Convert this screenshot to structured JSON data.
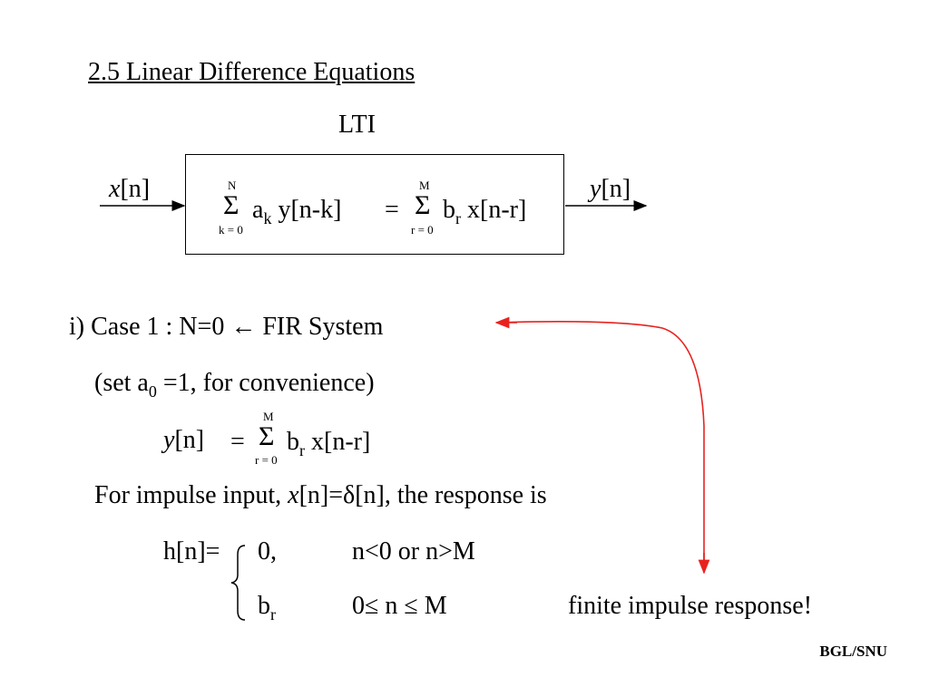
{
  "slide": {
    "title": "2.5 Linear Difference Equations",
    "footer": "BGL/SNU"
  },
  "system_diagram": {
    "box_label": "LTI",
    "input_var": "x",
    "input_idx": "[n]",
    "output_var": "y",
    "output_idx": "[n]",
    "sum1": {
      "upper": "N",
      "symbol": "Σ",
      "lower": "k = 0"
    },
    "coef_a": "a",
    "coef_a_sub": "k",
    "lhs_term": "y[n-k]",
    "equals": "=",
    "sum2": {
      "upper": "M",
      "symbol": "Σ",
      "lower": "r = 0"
    },
    "coef_b": "b",
    "coef_b_sub": "r",
    "rhs_term": "x[n-r]"
  },
  "case1": {
    "heading": "i) Case 1 : N=0 ← FIR System",
    "note_pre": "(set a",
    "note_sub": "0",
    "note_post": " =1, for convenience)",
    "eq": {
      "lhs_var": "y",
      "lhs_idx": "[n]",
      "equals": "=",
      "sum": {
        "upper": "M",
        "symbol": "Σ",
        "lower": "r = 0"
      },
      "coef": "b",
      "coef_sub": "r",
      "term": "x[n-r]"
    },
    "impulse_pre": "For impulse input, ",
    "impulse_var": "x",
    "impulse_post": "[n]=δ[n], the response is",
    "h_label": "h[n]=",
    "row1_value": "0,",
    "row1_cond": "n<0 or n>M",
    "row2_value": "b",
    "row2_sub": "r",
    "row2_cond": "0≤ n ≤ M",
    "conclusion": "finite impulse response!"
  },
  "colors": {
    "annotation_arrow": "#e8231f",
    "text": "#000000"
  }
}
